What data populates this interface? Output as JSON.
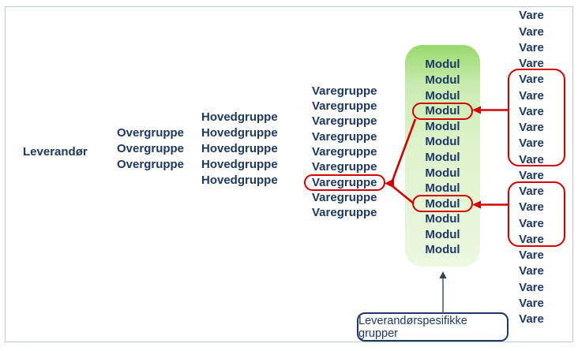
{
  "columns": {
    "leverandor": {
      "items": [
        {
          "label": "Leverandør"
        }
      ]
    },
    "overgruppe": {
      "items": [
        {
          "label": "Overgruppe"
        },
        {
          "label": "Overgruppe"
        },
        {
          "label": "Overgruppe"
        }
      ]
    },
    "hovedgruppe": {
      "items": [
        {
          "label": "Hovedgruppe"
        },
        {
          "label": "Hovedgruppe"
        },
        {
          "label": "Hovedgruppe"
        },
        {
          "label": "Hovedgruppe"
        },
        {
          "label": "Hovedgruppe"
        }
      ]
    },
    "varegruppe": {
      "items": [
        {
          "label": "Varegruppe"
        },
        {
          "label": "Varegruppe"
        },
        {
          "label": "Varegruppe"
        },
        {
          "label": "Varegruppe"
        },
        {
          "label": "Varegruppe"
        },
        {
          "label": "Varegruppe"
        },
        {
          "label": "Varegruppe",
          "highlight": true
        },
        {
          "label": "Varegruppe"
        },
        {
          "label": "Varegruppe"
        }
      ]
    },
    "modul": {
      "items": [
        {
          "label": "Modul"
        },
        {
          "label": "Modul"
        },
        {
          "label": "Modul"
        },
        {
          "label": "Modul",
          "highlight": true
        },
        {
          "label": "Modul"
        },
        {
          "label": "Modul"
        },
        {
          "label": "Modul"
        },
        {
          "label": "Modul"
        },
        {
          "label": "Modul"
        },
        {
          "label": "Modul",
          "highlight": true
        },
        {
          "label": "Modul"
        },
        {
          "label": "Modul"
        },
        {
          "label": "Modul"
        }
      ]
    },
    "vare": {
      "items": [
        {
          "label": "Vare"
        },
        {
          "label": "Vare"
        },
        {
          "label": "Vare"
        },
        {
          "label": "Vare"
        },
        {
          "label": "Vare"
        },
        {
          "label": "Vare"
        },
        {
          "label": "Vare"
        },
        {
          "label": "Vare"
        },
        {
          "label": "Vare"
        },
        {
          "label": "Vare"
        },
        {
          "label": "Vare"
        },
        {
          "label": "Vare"
        },
        {
          "label": "Vare"
        },
        {
          "label": "Vare"
        },
        {
          "label": "Vare"
        },
        {
          "label": "Vare"
        },
        {
          "label": "Vare"
        },
        {
          "label": "Vare"
        },
        {
          "label": "Vare"
        },
        {
          "label": "Vare"
        }
      ]
    }
  },
  "annotations": {
    "label_box_text": "Leverandørspesifikke grupper"
  },
  "colors": {
    "text_navy": "#1f3864",
    "highlight_red": "#d40000",
    "green_box_top": "#98d96c",
    "green_box_bottom": "#ecf8e2",
    "frame_border": "#bfc9d2"
  }
}
